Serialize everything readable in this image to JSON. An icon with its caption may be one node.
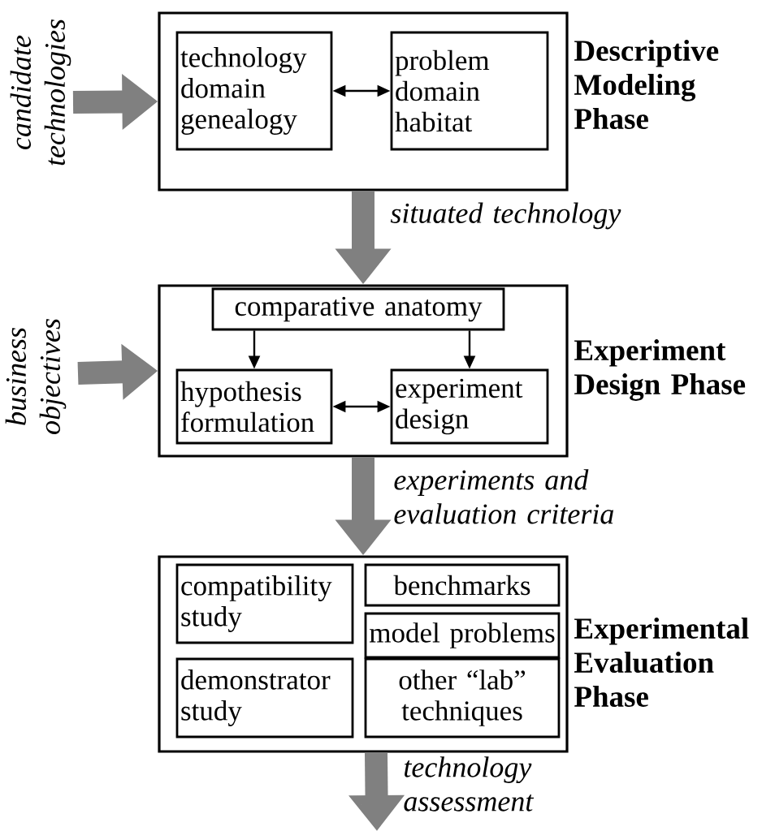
{
  "diagram": {
    "nodes": [
      {
        "text": [
          "Descriptive Modeling Phase"
        ]
      },
      {
        "text": [
          "technology domain genealogy"
        ],
        "in": 0
      },
      {
        "text": [
          "problem domain habitat"
        ],
        "in": 0
      },
      {
        "text": [
          "Experiment Design Phase"
        ]
      },
      {
        "text": [
          "comparative anatomy"
        ],
        "in": 3
      },
      {
        "text": [
          "hypothesis formulation"
        ],
        "in": 3
      },
      {
        "text": [
          "experiment design"
        ],
        "in": 3
      },
      {
        "text": [
          "Experimental Evaluation Phase"
        ]
      },
      {
        "text": [
          "compatibility study"
        ],
        "in": 7
      },
      {
        "text": [
          "benchmarks"
        ],
        "in": 7
      },
      {
        "text": [
          "model problems"
        ],
        "in": 7
      },
      {
        "text": [
          "demonstrator study"
        ],
        "in": 7
      },
      {
        "text": [
          "other “lab” techniques"
        ],
        "in": 7
      }
    ],
    "edges": [
      {
        "from": null,
        "to": 0,
        "arrow": "to",
        "label": "candidate technologies"
      },
      {
        "from": 1,
        "to": 2,
        "arrow": "both",
        "color": "#000000"
      },
      {
        "from": 0,
        "to": 3,
        "arrow": "to",
        "label": "situated technology"
      },
      {
        "from": null,
        "to": 3,
        "arrow": "to",
        "label": "business objectives"
      },
      {
        "from": 4,
        "to": 5,
        "arrow": "to",
        "color": "#000000"
      },
      {
        "from": 4,
        "to": 6,
        "arrow": "to",
        "color": "#000000"
      },
      {
        "from": 5,
        "to": 6,
        "arrow": "both",
        "color": "#000000"
      },
      {
        "from": 3,
        "to": 7,
        "arrow": "to",
        "label": "experiments and evaluation criteria"
      },
      {
        "from": 7,
        "to": null,
        "arrow": "to",
        "label": "technology assessment"
      }
    ]
  }
}
